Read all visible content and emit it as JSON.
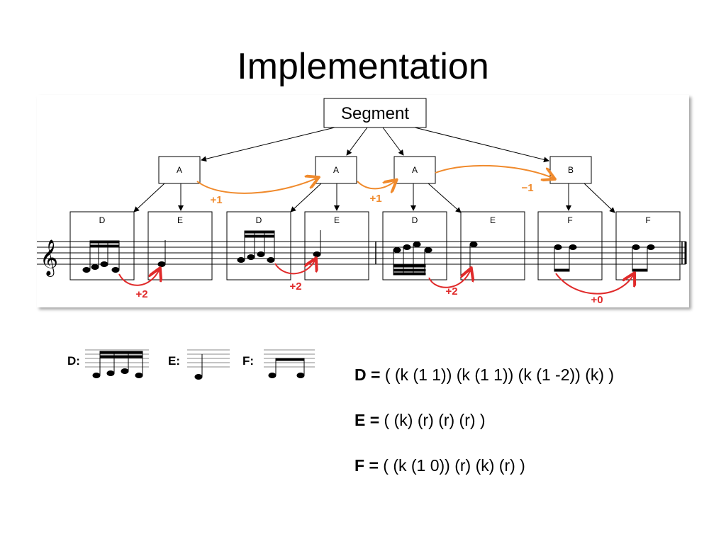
{
  "title": "Implementation",
  "tree": {
    "root": "Segment",
    "level1": [
      "A",
      "A",
      "A",
      "B"
    ],
    "level2": [
      "D",
      "E",
      "D",
      "E",
      "D",
      "E",
      "F",
      "F"
    ],
    "orange_intervals": [
      "+1",
      "+1",
      "−1"
    ],
    "red_intervals": [
      "+2",
      "+2",
      "+2",
      "+0"
    ]
  },
  "legend": {
    "D": "D:",
    "E": "E:",
    "F": "F:"
  },
  "formulas": [
    {
      "name": "D =",
      "value": " ( (k (1 1)) (k (1 1)) (k (1 -2)) (k) )"
    },
    {
      "name": "E =",
      "value": " ( (k) (r) (r) (r) )"
    },
    {
      "name": "F =",
      "value": " ( (k (1 0)) (r) (k) (r) )"
    }
  ],
  "colors": {
    "orange": "#f08a2c",
    "red": "#e02a2a"
  },
  "icons": [
    "treble-clef-icon"
  ]
}
